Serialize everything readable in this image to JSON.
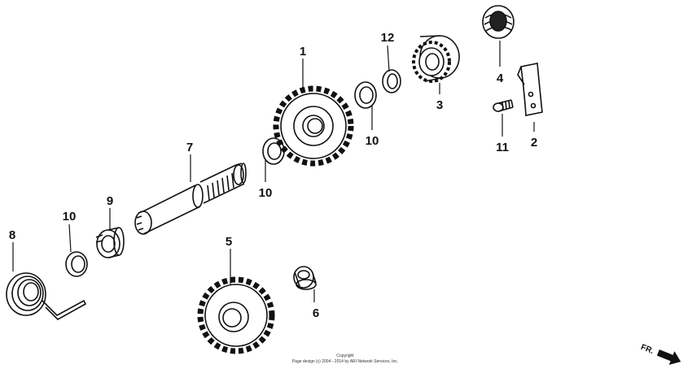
{
  "callouts": {
    "c1": "1",
    "c2": "2",
    "c3": "3",
    "c4": "4",
    "c5": "5",
    "c6": "6",
    "c7": "7",
    "c8": "8",
    "c9": "9",
    "c10a": "10",
    "c10b": "10",
    "c10c": "10",
    "c11": "11",
    "c12": "12"
  },
  "copyright": {
    "line1": "Copyright",
    "line2": "Page design (c) 2004 - 2014 by ARI Network Services, Inc."
  },
  "direction_label": "FR."
}
